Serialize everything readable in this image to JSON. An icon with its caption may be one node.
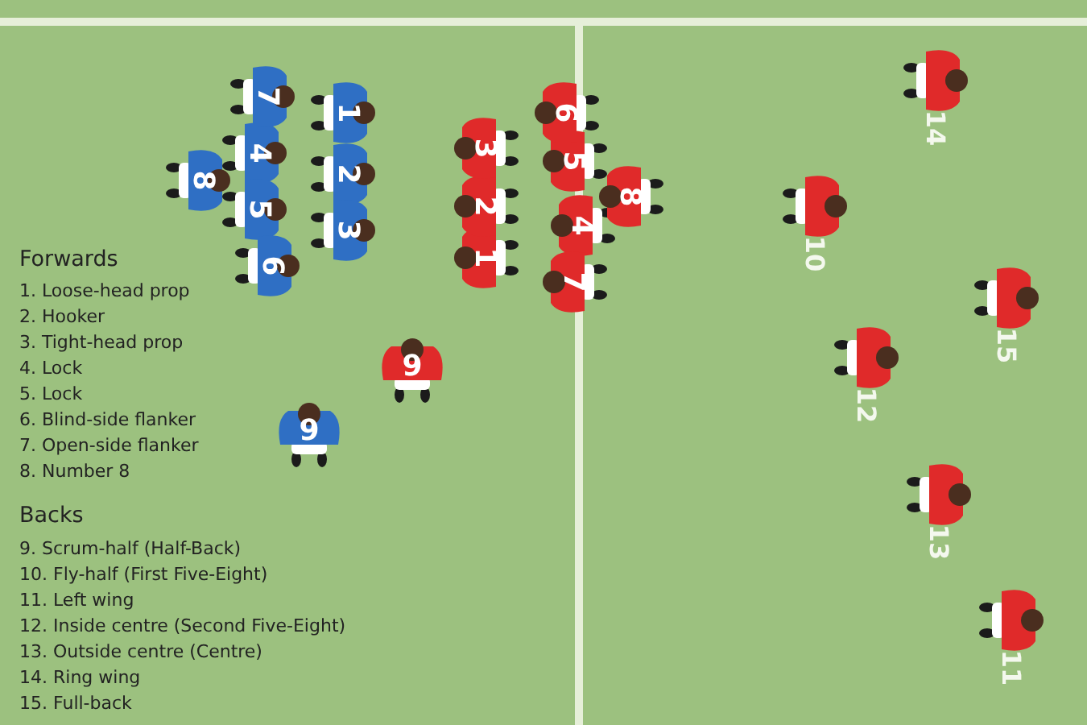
{
  "diagram": {
    "nodes": [
      {
        "text": [
          "1"
        ]
      },
      {
        "text": [
          "2"
        ]
      },
      {
        "text": [
          "3"
        ]
      },
      {
        "text": [
          "4"
        ]
      },
      {
        "text": [
          "5"
        ]
      },
      {
        "text": [
          "6"
        ]
      },
      {
        "text": [
          "7"
        ]
      },
      {
        "text": [
          "8"
        ]
      },
      {
        "text": [
          "9"
        ]
      },
      {
        "text": [
          "1"
        ]
      },
      {
        "text": [
          "2"
        ]
      },
      {
        "text": [
          "3"
        ]
      },
      {
        "text": [
          "4"
        ]
      },
      {
        "text": [
          "5"
        ]
      },
      {
        "text": [
          "6"
        ]
      },
      {
        "text": [
          "7"
        ]
      },
      {
        "text": [
          "8"
        ]
      },
      {
        "text": [
          "9"
        ]
      },
      {
        "text": [],
        "shape": "person",
        "beside": [
          "10"
        ]
      },
      {
        "text": [],
        "shape": "person",
        "beside": [
          "11"
        ]
      },
      {
        "text": [],
        "shape": "person",
        "beside": [
          "12"
        ]
      },
      {
        "text": [],
        "shape": "person",
        "beside": [
          "13"
        ]
      },
      {
        "text": [],
        "shape": "person",
        "beside": [
          "14"
        ]
      },
      {
        "text": [],
        "shape": "person",
        "beside": [
          "15"
        ]
      }
    ],
    "labels": [
      "Forwards",
      "1. Loose-head prop",
      "2. Hooker",
      "3. Tight-head prop",
      "4. Lock",
      "5. Lock",
      "6. Blind-side flanker",
      "7. Open-side flanker",
      "8. Number 8",
      "Backs",
      "9. Scrum-half (Half-Back)",
      "10. Fly-half (First Five-Eight)",
      "11. Left wing",
      "12. Inside centre (Second Five-Eight)",
      "13. Outside centre (Centre)",
      "14. Ring wing",
      "15. Full-back"
    ]
  }
}
